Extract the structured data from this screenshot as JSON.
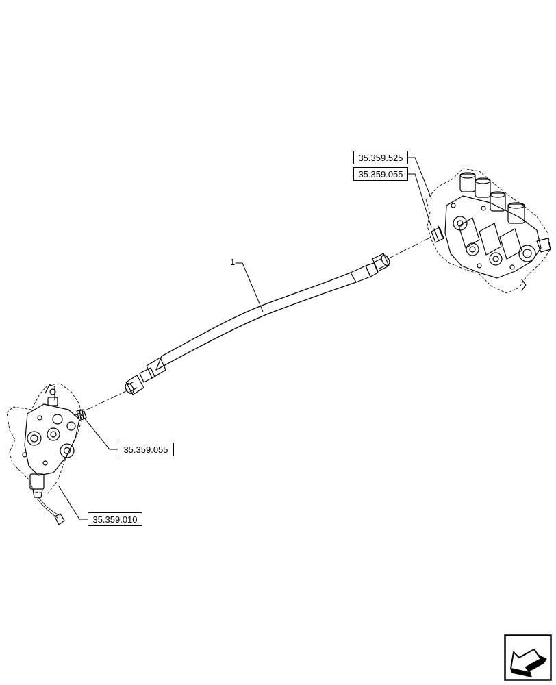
{
  "callouts": {
    "hose": "1"
  },
  "references": [
    {
      "label": "35.359.525"
    },
    {
      "label": "35.359.055"
    },
    {
      "label": "35.359.055"
    },
    {
      "label": "35.359.010"
    }
  ],
  "nav": {
    "icon": "arrow-back-icon"
  }
}
